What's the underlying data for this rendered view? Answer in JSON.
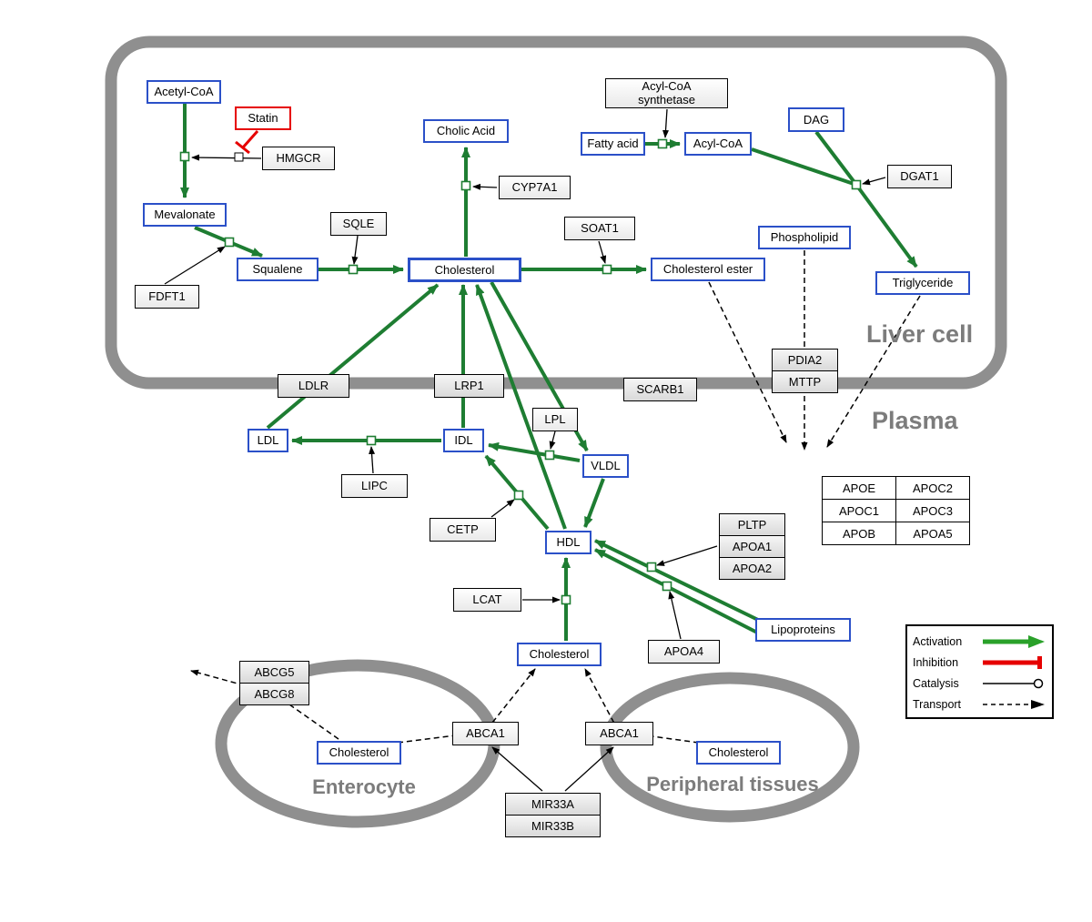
{
  "compartments": {
    "liver": "Liver cell",
    "plasma": "Plasma",
    "enterocyte": "Enterocyte",
    "peripheral": "Peripheral tissues"
  },
  "nodes": {
    "acetyl_coa": "Acetyl-CoA",
    "statin": "Statin",
    "hmgcr": "HMGCR",
    "mevalonate": "Mevalonate",
    "fdft1": "FDFT1",
    "squalene": "Squalene",
    "sqle": "SQLE",
    "cholesterol_liver": "Cholesterol",
    "cholic_acid": "Cholic Acid",
    "cyp7a1": "CYP7A1",
    "soat1": "SOAT1",
    "cholesterol_ester": "Cholesterol ester",
    "acyl_coa_synthetase_line1": "Acyl-CoA",
    "acyl_coa_synthetase_line2": "synthetase",
    "fatty_acid": "Fatty acid",
    "acyl_coa": "Acyl-CoA",
    "dag": "DAG",
    "dgat1": "DGAT1",
    "phospholipid": "Phospholipid",
    "triglyceride": "Triglyceride",
    "pdia2": "PDIA2",
    "mttp": "MTTP",
    "ldlr": "LDLR",
    "lrp1": "LRP1",
    "scarb1": "SCARB1",
    "ldl": "LDL",
    "idl": "IDL",
    "vldl": "VLDL",
    "lpl": "LPL",
    "lipc": "LIPC",
    "cetp": "CETP",
    "hdl": "HDL",
    "pltp": "PLTP",
    "apoa1": "APOA1",
    "apoa2": "APOA2",
    "lcat": "LCAT",
    "apoa4": "APOA4",
    "lipoproteins": "Lipoproteins",
    "cholesterol_plasma": "Cholesterol",
    "abcg5": "ABCG5",
    "abcg8": "ABCG8",
    "cholesterol_enterocyte": "Cholesterol",
    "abca1_enterocyte": "ABCA1",
    "abca1_peripheral": "ABCA1",
    "cholesterol_peripheral": "Cholesterol",
    "mir33a": "MIR33A",
    "mir33b": "MIR33B"
  },
  "apo_table": {
    "rows": [
      [
        "APOE",
        "APOC2"
      ],
      [
        "APOC1",
        "APOC3"
      ],
      [
        "APOB",
        "APOA5"
      ]
    ]
  },
  "legend": {
    "activation": "Activation",
    "inhibition": "Inhibition",
    "catalysis": "Catalysis",
    "transport": "Transport"
  },
  "colors": {
    "activation_green": "#1e7d32",
    "inhibition_red": "#e60000",
    "metabolite_border": "#2b50c8",
    "compartment_gray": "#8f8f8f"
  }
}
